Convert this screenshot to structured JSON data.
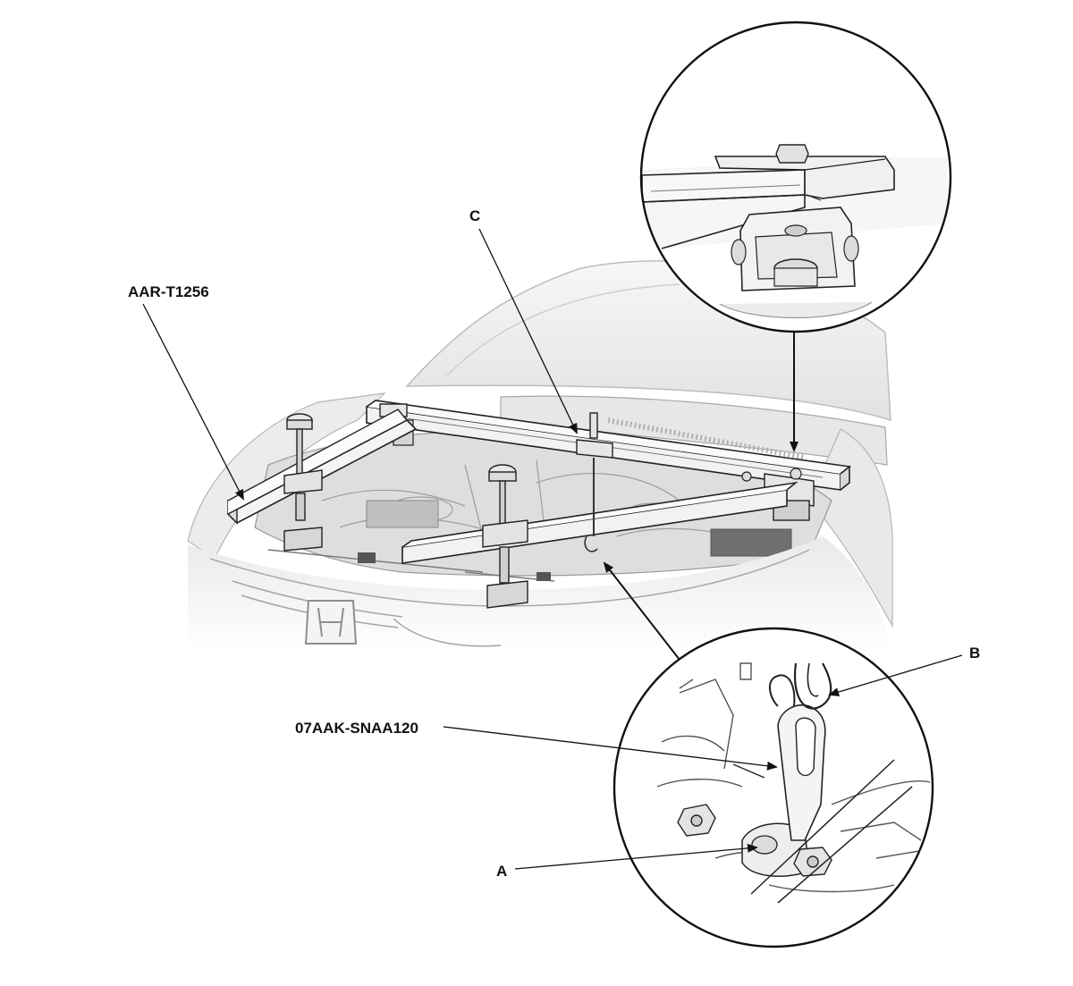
{
  "labels": {
    "tool_left": "AAR-T1256",
    "part_c": "C",
    "part_b": "B",
    "tool_hanger": "07AAK-SNAA120",
    "part_a": "A"
  },
  "colors": {
    "line": "#111111",
    "fill_light": "#f2f2f2",
    "fill_mid": "#d8d8d8",
    "fill_dark": "#7a7a7a",
    "background": "#ffffff"
  }
}
